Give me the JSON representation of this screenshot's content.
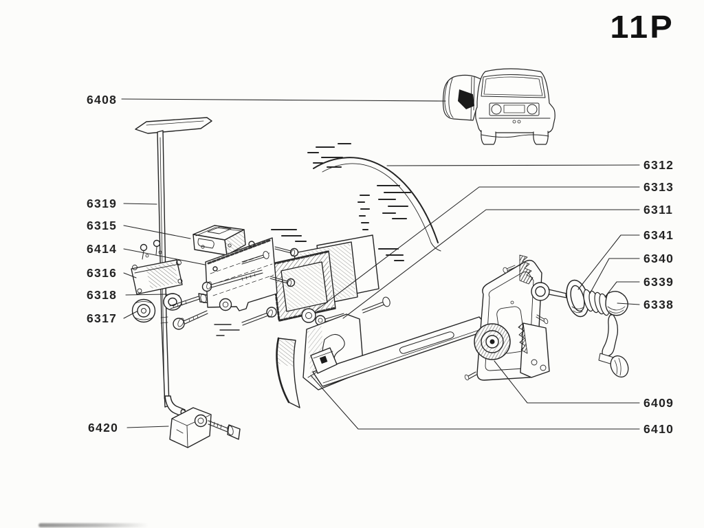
{
  "page": {
    "code": "11P"
  },
  "parts": {
    "left": [
      "6408",
      "6319",
      "6315",
      "6414",
      "6316",
      "6318",
      "6317",
      "6420"
    ],
    "right": [
      "6312",
      "6313",
      "6311",
      "6341",
      "6340",
      "6339",
      "6338",
      "6409",
      "6410"
    ]
  },
  "colors": {
    "ink": "#222222",
    "paper": "#fcfcfa"
  }
}
